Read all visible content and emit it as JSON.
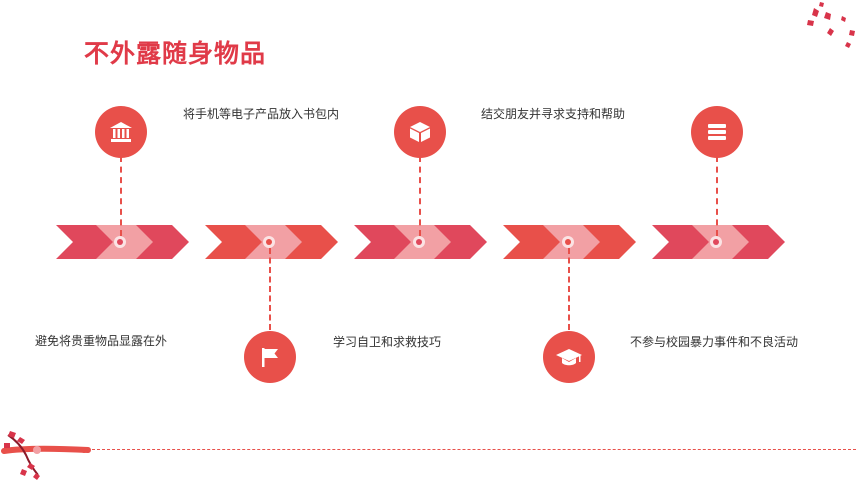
{
  "title": "不外露随身物品",
  "steps": [
    {
      "label": "避免将贵重物品显露在外",
      "icon": "bank-icon"
    },
    {
      "label": "将手机等电子产品放入书包内",
      "icon": "flag-icon"
    },
    {
      "label": "学习自卫和求救技巧",
      "icon": "box-icon"
    },
    {
      "label": "结交朋友并寻求支持和帮助",
      "icon": "graduation-cap-icon"
    },
    {
      "label": "不参与校园暴力事件和不良活动",
      "icon": "layers-icon"
    }
  ],
  "colors": {
    "title": "#e03a48",
    "orange": "#e8504a",
    "pink": "#e0485c",
    "light_pink": "#f2a0a4",
    "text": "#333333"
  }
}
